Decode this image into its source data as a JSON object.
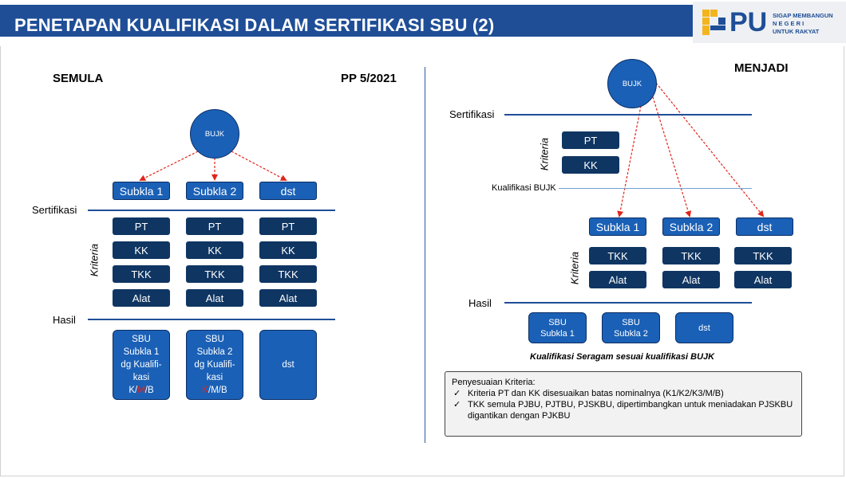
{
  "header": {
    "title": "PENETAPAN KUALIFIKASI DALAM SERTIFIKASI SBU (2)",
    "logo_text": "PU",
    "logo_tagline": [
      "SIGAP MEMBANGUN",
      "N E G E R I",
      "UNTUK RAKYAT"
    ]
  },
  "left": {
    "heading": "SEMULA",
    "reg_label": "PP 5/2021",
    "bujk": "BUJK",
    "subklas": [
      "Subkla 1",
      "Subkla 2",
      "dst"
    ],
    "sertifikasi_label": "Sertifikasi",
    "kriteria_label": "Kriteria",
    "criteria": [
      "PT",
      "KK",
      "TKK",
      "Alat"
    ],
    "hasil_label": "Hasil",
    "results": [
      {
        "lines": [
          "SBU",
          "Subkla 1",
          "dg Kualifi-",
          "kasi"
        ],
        "k": "K/",
        "m": "M",
        "b": "/B"
      },
      {
        "lines": [
          "SBU",
          "Subkla 2",
          "dg Kualifi-",
          "kasi"
        ],
        "k": "K",
        "m": "/M/B",
        "b": ""
      },
      {
        "lines": [
          "dst"
        ]
      }
    ]
  },
  "right": {
    "heading": "MENJADI",
    "bujk": "BUJK",
    "sertifikasi_label": "Sertifikasi",
    "kriteria_label": "Kriteria",
    "upper_criteria": [
      "PT",
      "KK"
    ],
    "kualifikasi_label": "Kualifikasi BUJK",
    "subklas": [
      "Subkla 1",
      "Subkla 2",
      "dst"
    ],
    "lower_criteria": [
      "TKK",
      "Alat"
    ],
    "hasil_label": "Hasil",
    "results": [
      [
        "SBU",
        "Subkla 1"
      ],
      [
        "SBU",
        "Subkla 2"
      ],
      [
        "dst"
      ]
    ],
    "caption": "Kualifikasi Seragam sesuai kualifikasi BUJK",
    "note": {
      "title": "Penyesuaian Kriteria:",
      "items": [
        "Kriteria PT dan KK disesuaikan batas nominalnya (K1/K2/K3/M/B)",
        "TKK semula PJBU, PJTBU, PJSKBU, dipertimbangkan untuk meniadakan PJSKBU digantikan dengan PJKBU"
      ]
    }
  }
}
